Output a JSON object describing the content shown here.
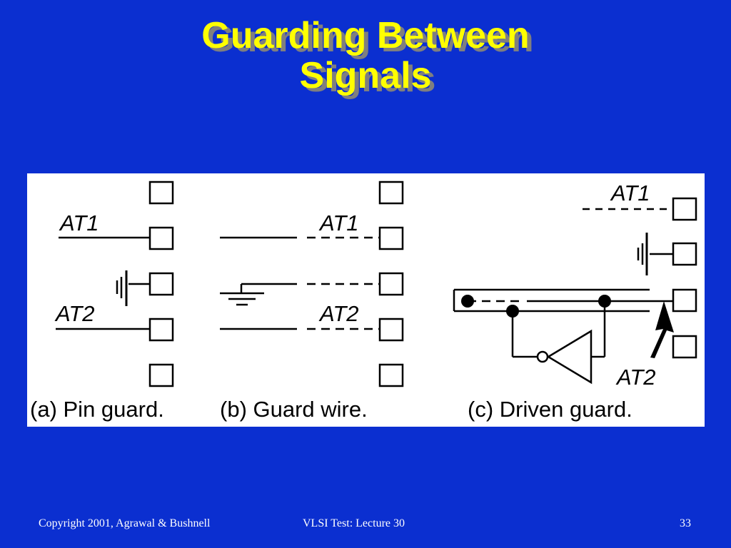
{
  "slide": {
    "title_line1": "Guarding Between",
    "title_line2": "Signals",
    "colors": {
      "background": "#0b2fd0",
      "title": "#ffff00",
      "title_shadow": "#7f7f7f",
      "figure_background": "#ffffff",
      "ink": "#000000"
    }
  },
  "figure": {
    "panel_a": {
      "caption": "(a) Pin guard.",
      "signal_1": "AT1",
      "signal_2": "AT2"
    },
    "panel_b": {
      "caption": "(b) Guard wire.",
      "signal_1": "AT1",
      "signal_2": "AT2"
    },
    "panel_c": {
      "caption": "(c) Driven guard.",
      "signal_1": "AT1",
      "signal_2": "AT2"
    }
  },
  "footer": {
    "copyright": "Copyright 2001, Agrawal & Bushnell",
    "course": "VLSI Test: Lecture 30",
    "page_number": "33"
  }
}
